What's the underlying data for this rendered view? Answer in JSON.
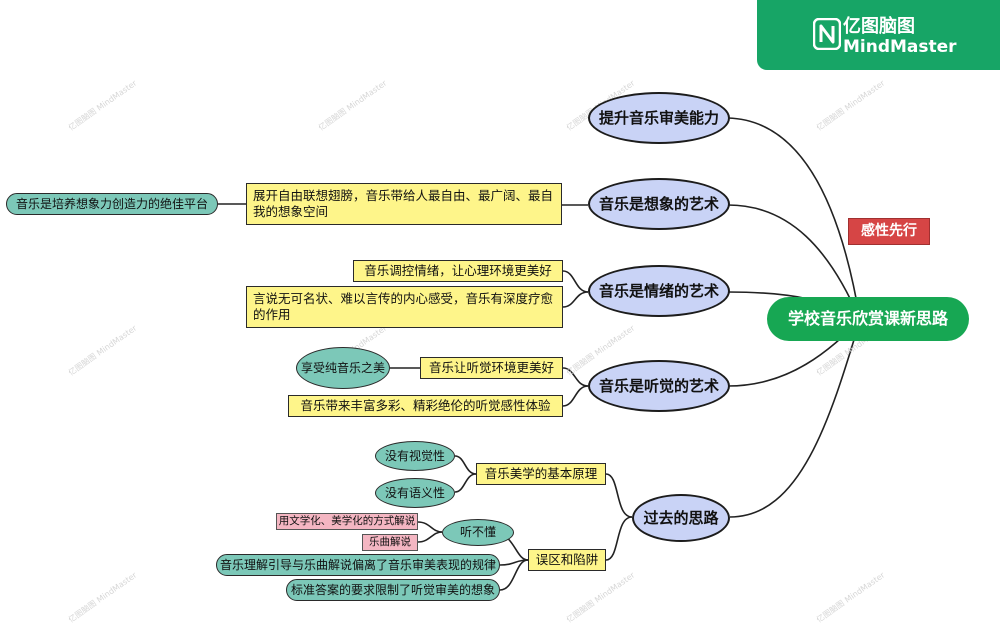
{
  "brand": {
    "name_cn": "亿图脑图",
    "name_en": "MindMaster",
    "logo_icon": "mindmaster-logo-icon",
    "color": "#17a566"
  },
  "root": {
    "label": "学校音乐欣赏课新思路"
  },
  "tag": {
    "label": "感性先行"
  },
  "branches": {
    "b1": {
      "label": "提升音乐审美能力"
    },
    "b2": {
      "label": "音乐是想象的艺术",
      "sub1": {
        "label": "展开自由联想翅膀，音乐带给人最自由、最广阔、最自我的想象空间"
      },
      "leaf1": {
        "label": "音乐是培养想象力创造力的绝佳平台"
      }
    },
    "b3": {
      "label": "音乐是情绪的艺术",
      "sub1": {
        "label": "音乐调控情绪，让心理环境更美好"
      },
      "sub2": {
        "label": "言说无可名状、难以言传的内心感受，音乐有深度疗愈的作用"
      }
    },
    "b4": {
      "label": "音乐是听觉的艺术",
      "sub1": {
        "label": "音乐让听觉环境更美好"
      },
      "leaf1": {
        "label": "享受纯音乐之美"
      },
      "sub2": {
        "label": "音乐带来丰富多彩、精彩绝伦的听觉感性体验"
      }
    },
    "b5": {
      "label": "过去的思路",
      "sub1": {
        "label": "音乐美学的基本原理"
      },
      "leaf1": {
        "label": "没有视觉性"
      },
      "leaf2": {
        "label": "没有语义性"
      },
      "sub2": {
        "label": "误区和陷阱"
      },
      "mid1": {
        "label": "听不懂"
      },
      "pink1": {
        "label": "用文学化、美学化的方式解说"
      },
      "pink2": {
        "label": "乐曲解说"
      },
      "leaf3": {
        "label": "音乐理解引导与乐曲解说偏离了音乐审美表现的规律"
      },
      "leaf4": {
        "label": "标准答案的要求限制了听觉审美的想象"
      }
    }
  },
  "watermark": {
    "text": "亿图脑图 MindMaster"
  }
}
